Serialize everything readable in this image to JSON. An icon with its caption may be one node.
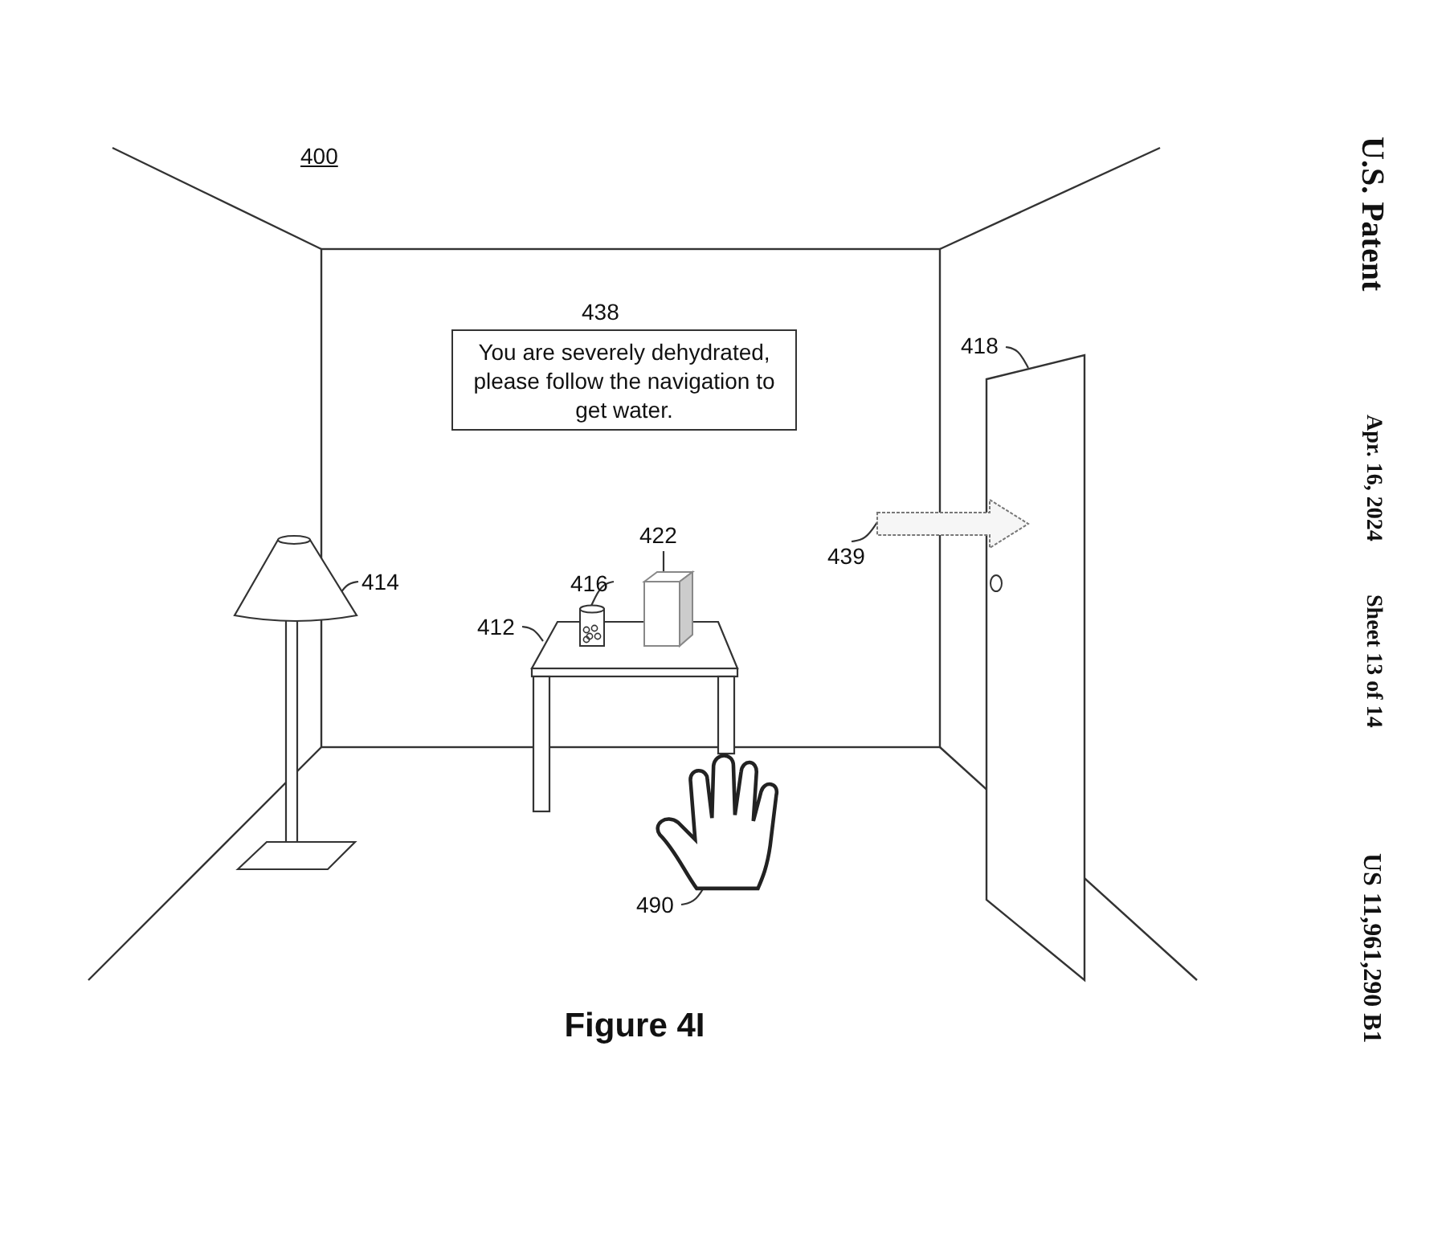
{
  "diagram": {
    "caption": "Figure 4I",
    "nodes": [
      {
        "text": [
          "You are severely dehydrated, please follow the navigation to get water."
        ],
        "beside": [
          "438"
        ]
      },
      {
        "text": [
          "418"
        ]
      },
      {
        "text": [],
        "shape": "picture"
      },
      {
        "text": [
          "422"
        ]
      },
      {
        "text": [],
        "shape": "box"
      },
      {
        "text": [
          "416"
        ]
      },
      {
        "text": [],
        "shape": "picture"
      },
      {
        "text": [
          "412"
        ]
      },
      {
        "text": [],
        "shape": "picture"
      },
      {
        "text": [
          "414"
        ]
      },
      {
        "text": [],
        "shape": "picture"
      },
      {
        "text": [
          "439"
        ]
      },
      {
        "text": [],
        "shape": "arrow"
      },
      {
        "text": [
          "490"
        ]
      },
      {
        "text": [],
        "shape": "picture"
      }
    ],
    "edges": [
      {
        "from": 1,
        "to": 2,
        "arrow": "none"
      },
      {
        "from": 3,
        "to": 4,
        "arrow": "none"
      },
      {
        "from": 5,
        "to": 6,
        "arrow": "none"
      },
      {
        "from": 7,
        "to": 8,
        "arrow": "none"
      },
      {
        "from": 9,
        "to": 10,
        "arrow": "none"
      },
      {
        "from": 11,
        "to": 12,
        "arrow": "none"
      },
      {
        "from": 13,
        "to": 14,
        "arrow": "none"
      }
    ],
    "labels": [
      "400",
      "U.S. Patent",
      "Apr. 16, 2024",
      "Sheet 13 of 14",
      "US 11,961,290 B1"
    ]
  }
}
